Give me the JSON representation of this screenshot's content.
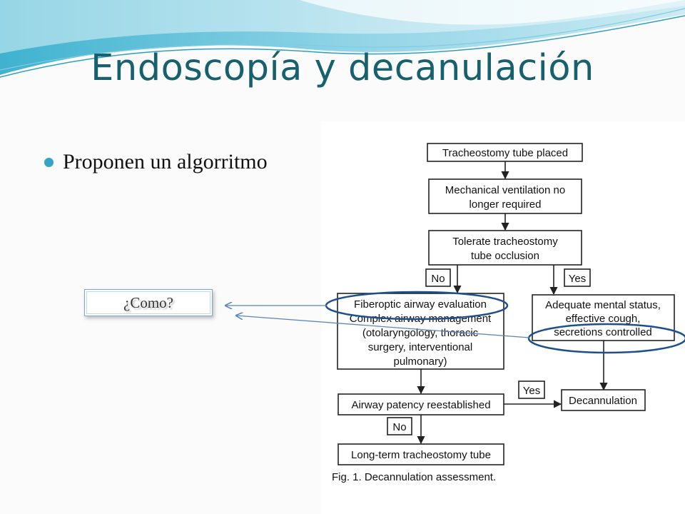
{
  "slide": {
    "title": "Endoscopía y decanulación",
    "bullet": "Proponen un algorritmo",
    "callout": "¿Como?"
  },
  "colors": {
    "title": "#17606e",
    "bullet": "#36a3c7",
    "highlight_ellipse": "#1c4f8c",
    "callout_arrow": "#5b86b8"
  },
  "flowchart": {
    "nodes": {
      "placed": [
        "Tracheostomy tube placed"
      ],
      "no_vent": [
        "Mechanical ventilation no",
        "longer required"
      ],
      "tolerate": [
        "Tolerate tracheostomy",
        "tube occlusion"
      ],
      "fiberoptic": [
        "Fiberoptic airway evaluation",
        "Complex airway management",
        "(otolaryngology, thoracic",
        "surgery, interventional",
        "pulmonary)"
      ],
      "adequate": [
        "Adequate mental status,",
        "effective cough,",
        "secretions controlled"
      ],
      "patency": [
        "Airway patency reestablished"
      ],
      "decannulation": [
        "Decannulation"
      ],
      "longterm": [
        "Long-term tracheostomy tube"
      ]
    },
    "labels": {
      "no_1": "No",
      "yes_1": "Yes",
      "yes_2": "Yes",
      "no_2": "No"
    },
    "caption": "Fig. 1. Decannulation assessment."
  }
}
